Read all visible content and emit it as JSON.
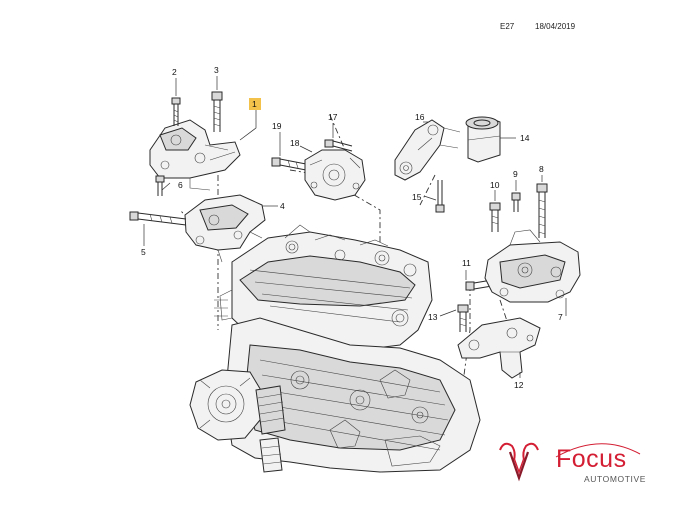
{
  "header": {
    "code": "E27",
    "date": "18/04/2019"
  },
  "callouts": [
    {
      "id": "c1",
      "label": "1",
      "highlight": true
    },
    {
      "id": "c2",
      "label": "2"
    },
    {
      "id": "c3",
      "label": "3"
    },
    {
      "id": "c4",
      "label": "4"
    },
    {
      "id": "c5",
      "label": "5"
    },
    {
      "id": "c6",
      "label": "6"
    },
    {
      "id": "c7",
      "label": "7"
    },
    {
      "id": "c8",
      "label": "8"
    },
    {
      "id": "c9",
      "label": "9"
    },
    {
      "id": "c10",
      "label": "10"
    },
    {
      "id": "c11",
      "label": "11"
    },
    {
      "id": "c12",
      "label": "12"
    },
    {
      "id": "c13",
      "label": "13"
    },
    {
      "id": "c14",
      "label": "14"
    },
    {
      "id": "c15",
      "label": "15"
    },
    {
      "id": "c16",
      "label": "16"
    },
    {
      "id": "c17",
      "label": "17"
    },
    {
      "id": "c18",
      "label": "18"
    },
    {
      "id": "c19",
      "label": "19"
    }
  ],
  "logo": {
    "brand": "Focus",
    "tagline": "AUTOMOTIVE",
    "brand_color": "#d31e33",
    "highlight_color": "#f3c24a"
  }
}
